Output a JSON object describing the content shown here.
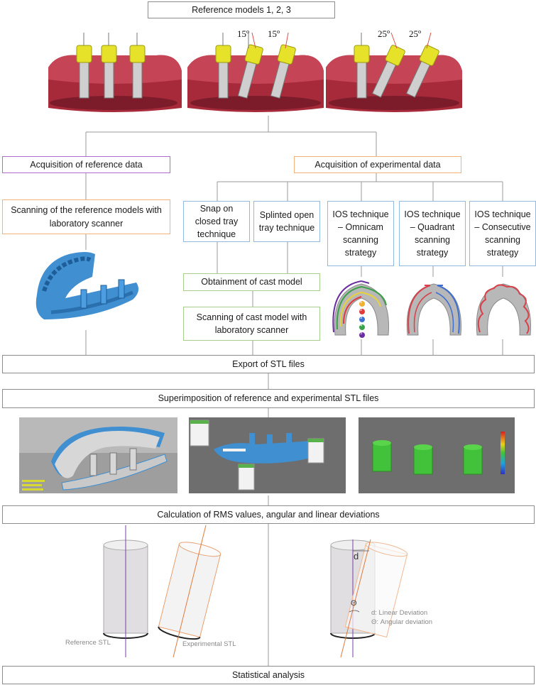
{
  "boxes": {
    "reference_models": "Reference models 1, 2, 3",
    "acq_reference": "Acquisition of reference data",
    "acq_experimental": "Acquisition of experimental data",
    "scan_reference": "Scanning of the reference models with laboratory scanner",
    "snap_on": "Snap on closed tray technique",
    "splinted": "Splinted open tray technique",
    "ios_omnicam": "IOS technique – Omnicam scanning strategy",
    "ios_quadrant": "IOS technique – Quadrant scanning strategy",
    "ios_consecutive": "IOS technique – Consecutive scanning strategy",
    "obtainment_cast": "Obtainment of cast model",
    "scan_cast": "Scanning of cast model with laboratory scanner",
    "export_stl": "Export of STL files",
    "superimposition": "Superimposition of reference and experimental STL files",
    "calculation": "Calculation of RMS values, angular and linear deviations",
    "statistical": "Statistical analysis"
  },
  "angles": {
    "m2a": "15º",
    "m2b": "15º",
    "m3a": "25º",
    "m3b": "25º"
  },
  "omnicam_steps": [
    "1",
    "2",
    "3",
    "4",
    "5"
  ],
  "captions": {
    "reference_stl": "Reference STL",
    "experimental_stl": "Experimental STL",
    "d_symbol": "d",
    "theta_symbol": "Θ",
    "linear_deviation": "d: Linear Deviation",
    "angular_deviation": "Θ: Angular deviation"
  },
  "colors": {
    "gum": "#9c2433",
    "implant_cap": "#e6e22a",
    "scan_blue": "#3f8fd1",
    "reference_axis": "#7a3fa8",
    "experimental_axis": "#e07a3a"
  }
}
